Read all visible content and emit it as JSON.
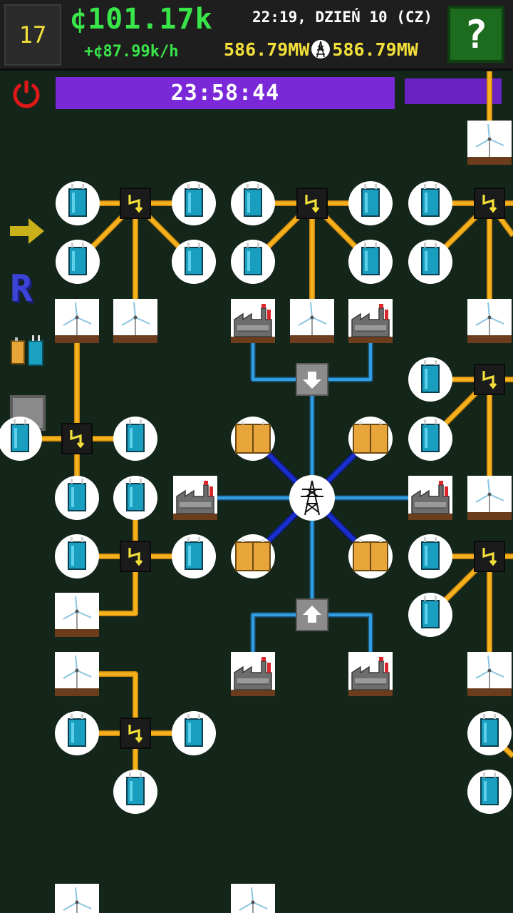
{
  "hud": {
    "level": "17",
    "money": "¢101.17k",
    "income_rate": "+¢87.99k/h",
    "clock": "22:19, DZIEŃ 10 (CZ)",
    "power_produced": "586.79MW",
    "power_demand": "586.79MW",
    "help_label": "?"
  },
  "timer": {
    "countdown": "23:58:44"
  },
  "colors": {
    "background": "#14261a",
    "money_green": "#39e64a",
    "power_yellow": "#f3e03a",
    "timer_purple": "#7a28d8",
    "wire_orange": "#f5b21c",
    "pipe_blue": "#2f9de0",
    "hv_blue": "#1a2fc9",
    "help_green": "#1d6b1f"
  },
  "toolbar": {
    "items": [
      "power-icon",
      "arrow-right-icon",
      "research-icon",
      "batteries-icon",
      "square-tool-icon"
    ],
    "research_letter": "R"
  }
}
